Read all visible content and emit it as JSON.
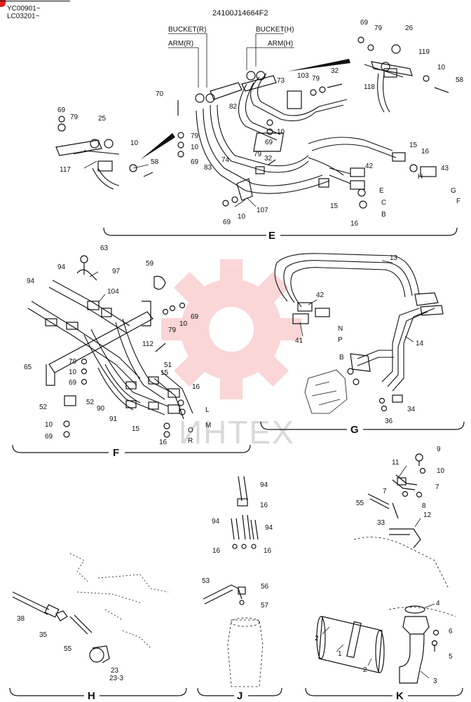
{
  "header": {
    "serial_1": "YC00901~",
    "serial_2": "LC03201~",
    "drawing_no": "24100J14664F2",
    "bucket_r": "BUCKET(R)",
    "arm_r": "ARM(R)",
    "bucket_h": "BUCKET(H)",
    "arm_h": "ARM(H)"
  },
  "watermark": "ИНТЕХ",
  "sections": {
    "E": "E",
    "F": "F",
    "G": "G",
    "H": "H",
    "J": "J",
    "K": "K"
  },
  "callouts": {
    "e": [
      "69",
      "79",
      "26",
      "119",
      "10",
      "58",
      "118",
      "32",
      "79",
      "103",
      "73",
      "82",
      "70",
      "79",
      "10",
      "69",
      "25",
      "117",
      "10",
      "58",
      "79",
      "69",
      "10",
      "69",
      "32",
      "79",
      "15",
      "16",
      "42",
      "43",
      "74",
      "83",
      "107",
      "69",
      "10",
      "15",
      "16",
      "E",
      "C",
      "B",
      "H",
      "G",
      "F"
    ],
    "f": [
      "63",
      "97",
      "94",
      "94",
      "59",
      "104",
      "79",
      "10",
      "69",
      "112",
      "51",
      "65",
      "79",
      "10",
      "69",
      "52",
      "52",
      "15",
      "16",
      "90",
      "91",
      "10",
      "69",
      "15",
      "16",
      "L",
      "M",
      "O",
      "R"
    ],
    "g": [
      "13",
      "42",
      "41",
      "N",
      "P",
      "B",
      "14",
      "34",
      "36"
    ],
    "h": [
      "38",
      "35",
      "55",
      "23",
      "23-3"
    ],
    "j": [
      "94",
      "16",
      "94",
      "94",
      "16",
      "16",
      "53",
      "56",
      "57"
    ],
    "k": [
      "9",
      "10",
      "11",
      "7",
      "7",
      "8",
      "55",
      "33",
      "12",
      "4",
      "2",
      "1",
      "2",
      "6",
      "5",
      "3"
    ]
  }
}
